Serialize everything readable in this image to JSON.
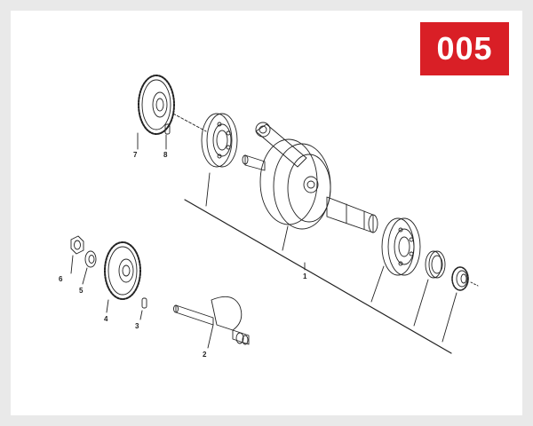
{
  "badge": {
    "code": "005",
    "color": "#d91f26"
  },
  "callouts": [
    {
      "number": "1"
    },
    {
      "number": "2"
    },
    {
      "number": "3"
    },
    {
      "number": "4"
    },
    {
      "number": "5"
    },
    {
      "number": "6"
    },
    {
      "number": "7"
    },
    {
      "number": "8"
    }
  ],
  "colors": {
    "line": "#222222",
    "part_fill": "#ffffff",
    "frame": "#e9e9e9"
  }
}
